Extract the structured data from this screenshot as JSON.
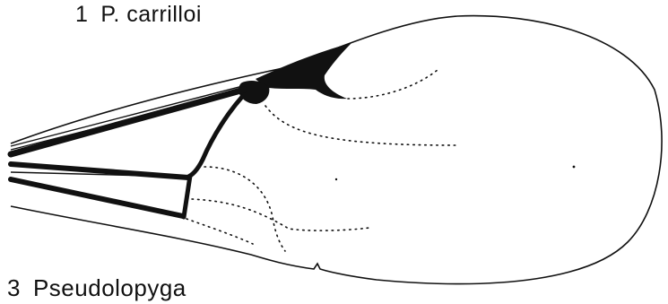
{
  "figure": {
    "top_caption": {
      "number": "1",
      "name": "P. carrilloi"
    },
    "bottom_caption": {
      "number": "3",
      "name": "Pseudolopyga"
    }
  },
  "colors": {
    "ink": "#111111",
    "background": "#ffffff"
  }
}
